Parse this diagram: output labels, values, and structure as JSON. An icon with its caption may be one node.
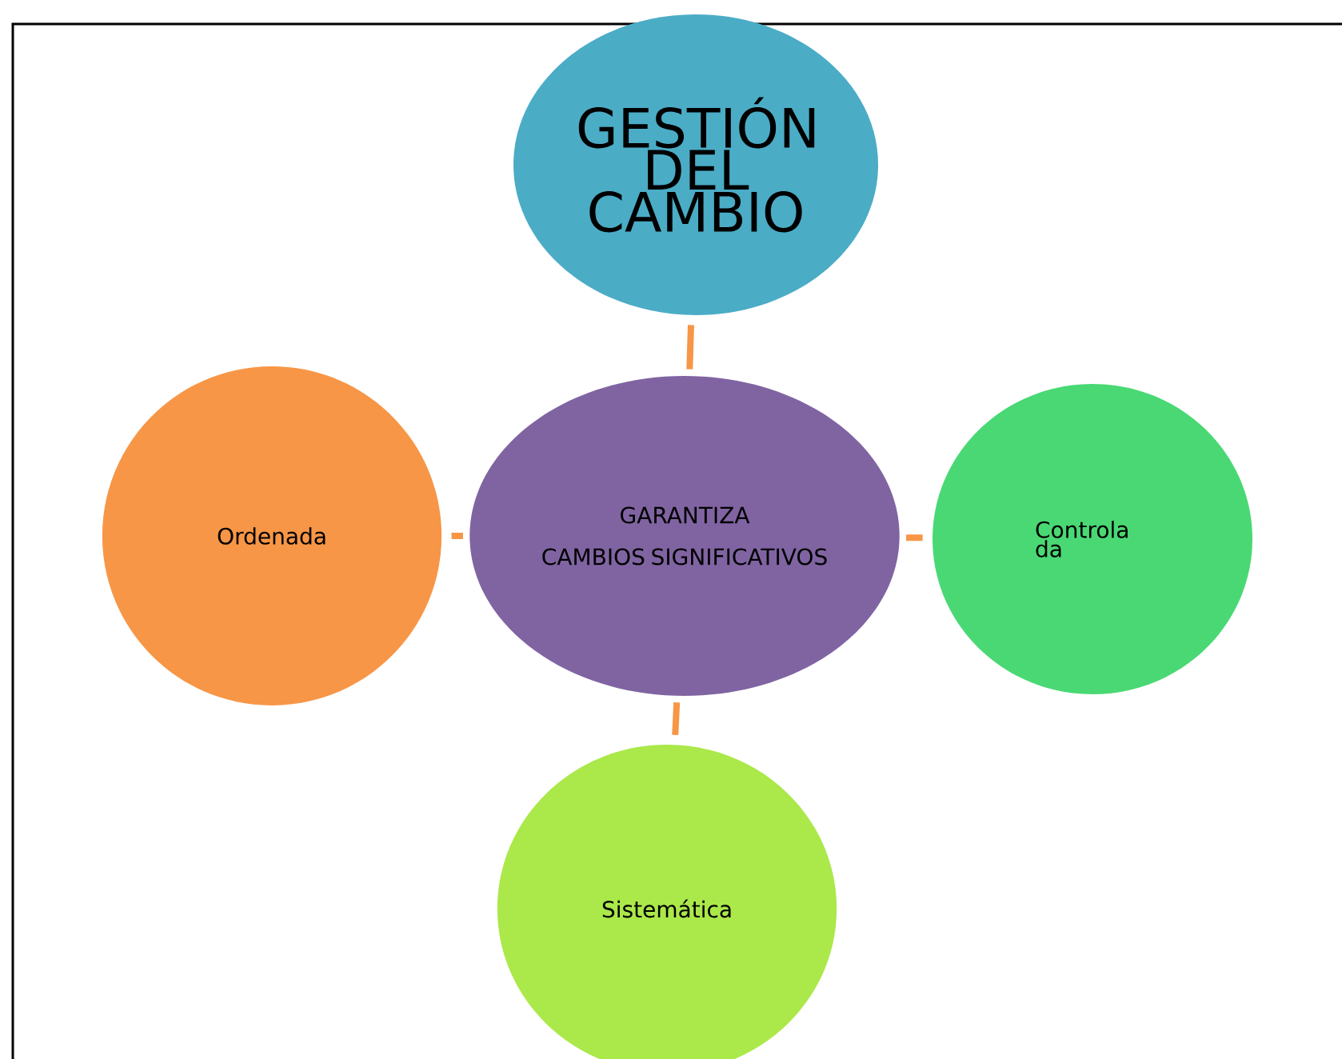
{
  "diagram": {
    "nodes": [
      {
        "text": [
          "GESTIÓN DEL CAMBIO"
        ]
      },
      {
        "text": [
          "GARANTIZA",
          "CAMBIOS SIGNIFICATIVOS"
        ]
      },
      {
        "text": [
          "Ordenada"
        ]
      },
      {
        "text": [
          "Controla da"
        ]
      },
      {
        "text": [
          "Sistemática"
        ]
      }
    ],
    "edges": [
      {
        "from": 1,
        "to": 0,
        "arrow": "none"
      },
      {
        "from": 1,
        "to": 2,
        "arrow": "none"
      },
      {
        "from": 1,
        "to": 3,
        "arrow": "none"
      },
      {
        "from": 1,
        "to": 4,
        "arrow": "none"
      }
    ]
  }
}
